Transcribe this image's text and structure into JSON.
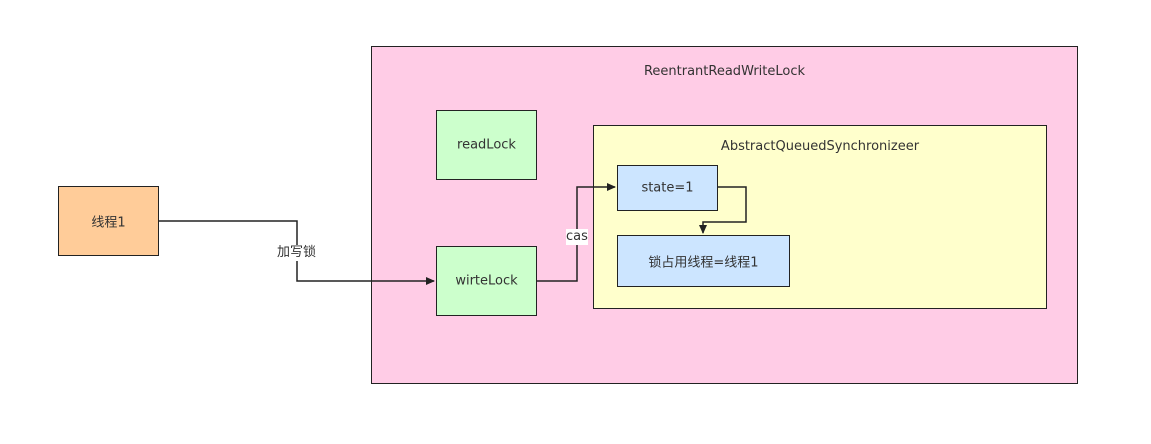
{
  "nodes": {
    "thread": {
      "label": "线程1",
      "fill": "#FFCC99"
    },
    "rrwl": {
      "label": "ReentrantReadWriteLock",
      "fill": "#FFCCE6"
    },
    "read_lock": {
      "label": "readLock",
      "fill": "#CCFFCC"
    },
    "write_lock": {
      "label": "wirteLock",
      "fill": "#CCFFCC"
    },
    "aqs": {
      "label": "AbstractQueuedSynchronizeer",
      "fill": "#FFFFCC"
    },
    "state": {
      "label": "state=1",
      "fill": "#CCE5FF"
    },
    "owner": {
      "label": "锁占用线程=线程1",
      "fill": "#CCE5FF"
    }
  },
  "edges": {
    "acquire_write": {
      "label": "加写锁"
    },
    "cas": {
      "label": "cas"
    }
  },
  "colors": {
    "stroke": "#222222",
    "text": "#333333"
  }
}
